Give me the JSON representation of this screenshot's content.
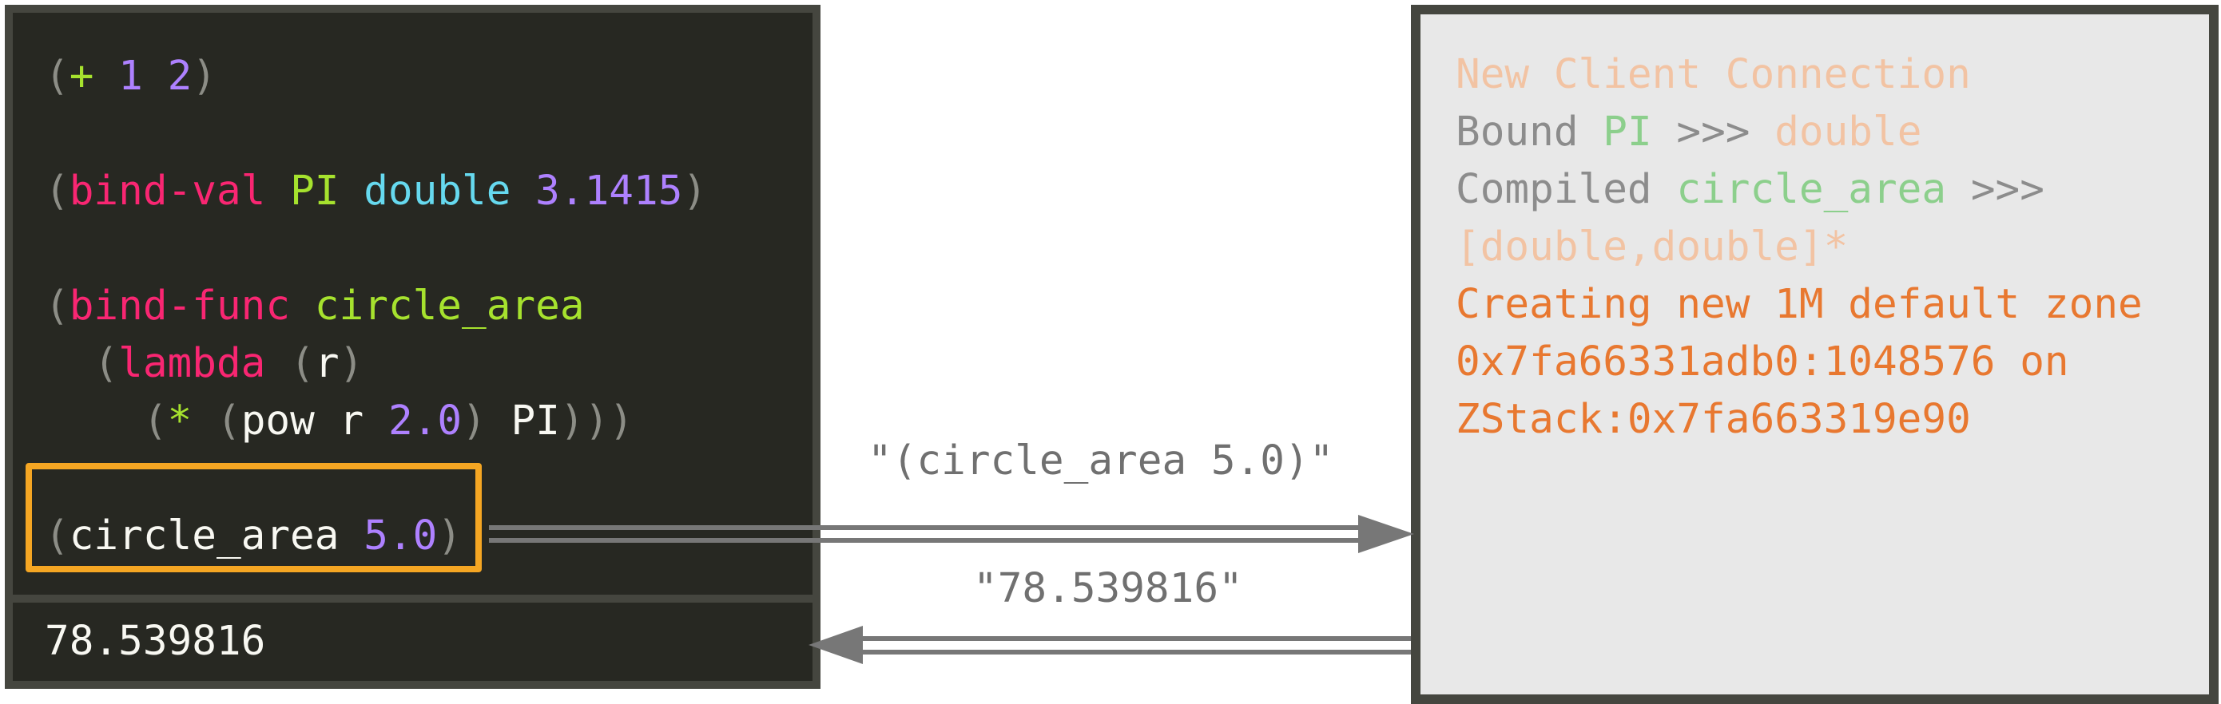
{
  "editor": {
    "lines": [
      [
        {
          "t": "(",
          "c": "p"
        },
        {
          "t": "+",
          "c": "grn"
        },
        {
          "t": " ",
          "c": "wht"
        },
        {
          "t": "1",
          "c": "num"
        },
        {
          "t": " ",
          "c": "wht"
        },
        {
          "t": "2",
          "c": "num"
        },
        {
          "t": ")",
          "c": "p"
        }
      ],
      [],
      [
        {
          "t": "(",
          "c": "p"
        },
        {
          "t": "bind-val",
          "c": "kw"
        },
        {
          "t": " ",
          "c": "wht"
        },
        {
          "t": "PI",
          "c": "grn"
        },
        {
          "t": " ",
          "c": "wht"
        },
        {
          "t": "double",
          "c": "blu"
        },
        {
          "t": " ",
          "c": "wht"
        },
        {
          "t": "3.1415",
          "c": "num"
        },
        {
          "t": ")",
          "c": "p"
        }
      ],
      [],
      [
        {
          "t": "(",
          "c": "p"
        },
        {
          "t": "bind-func",
          "c": "kw"
        },
        {
          "t": " ",
          "c": "wht"
        },
        {
          "t": "circle_area",
          "c": "grn"
        }
      ],
      [
        {
          "t": "  ",
          "c": "wht"
        },
        {
          "t": "(",
          "c": "p"
        },
        {
          "t": "lambda",
          "c": "kw"
        },
        {
          "t": " ",
          "c": "wht"
        },
        {
          "t": "(",
          "c": "p"
        },
        {
          "t": "r",
          "c": "wht"
        },
        {
          "t": ")",
          "c": "p"
        }
      ],
      [
        {
          "t": "    ",
          "c": "wht"
        },
        {
          "t": "(",
          "c": "p"
        },
        {
          "t": "*",
          "c": "grn"
        },
        {
          "t": " ",
          "c": "wht"
        },
        {
          "t": "(",
          "c": "p"
        },
        {
          "t": "pow r ",
          "c": "wht"
        },
        {
          "t": "2.0",
          "c": "num"
        },
        {
          "t": ")",
          "c": "p"
        },
        {
          "t": " PI",
          "c": "wht"
        },
        {
          "t": ")))",
          "c": "p"
        }
      ],
      [],
      [
        {
          "t": "(",
          "c": "p"
        },
        {
          "t": "circle_area ",
          "c": "wht"
        },
        {
          "t": "5.0",
          "c": "num"
        },
        {
          "t": ")",
          "c": "p"
        }
      ]
    ]
  },
  "output": {
    "result": "78.539816"
  },
  "server": {
    "lines": [
      [
        {
          "t": "New Client Connection",
          "c": "peach"
        }
      ],
      [
        {
          "t": "Bound ",
          "c": "gray"
        },
        {
          "t": "PI",
          "c": "lgreen"
        },
        {
          "t": " >>> ",
          "c": "gray"
        },
        {
          "t": "double",
          "c": "peach"
        }
      ],
      [
        {
          "t": "Compiled ",
          "c": "gray"
        },
        {
          "t": "circle_area",
          "c": "lgreen"
        },
        {
          "t": " >>>",
          "c": "gray"
        }
      ],
      [
        {
          "t": "[double,double]*",
          "c": "peach"
        }
      ],
      [
        {
          "t": "Creating new 1M default zone",
          "c": "orange"
        }
      ],
      [
        {
          "t": "0x7fa66331adb0:1048576 on",
          "c": "orange"
        }
      ],
      [
        {
          "t": "ZStack:0x7fa663319e90",
          "c": "orange"
        }
      ]
    ]
  },
  "messages": {
    "request": "\"(circle_area 5.0)\"",
    "response": "\"78.539816\""
  },
  "colors": {
    "editor_bg": "#272822",
    "frame": "#45463f",
    "highlight": "#f5a623",
    "server_bg": "#e8e8e8",
    "arrow": "#777777"
  }
}
